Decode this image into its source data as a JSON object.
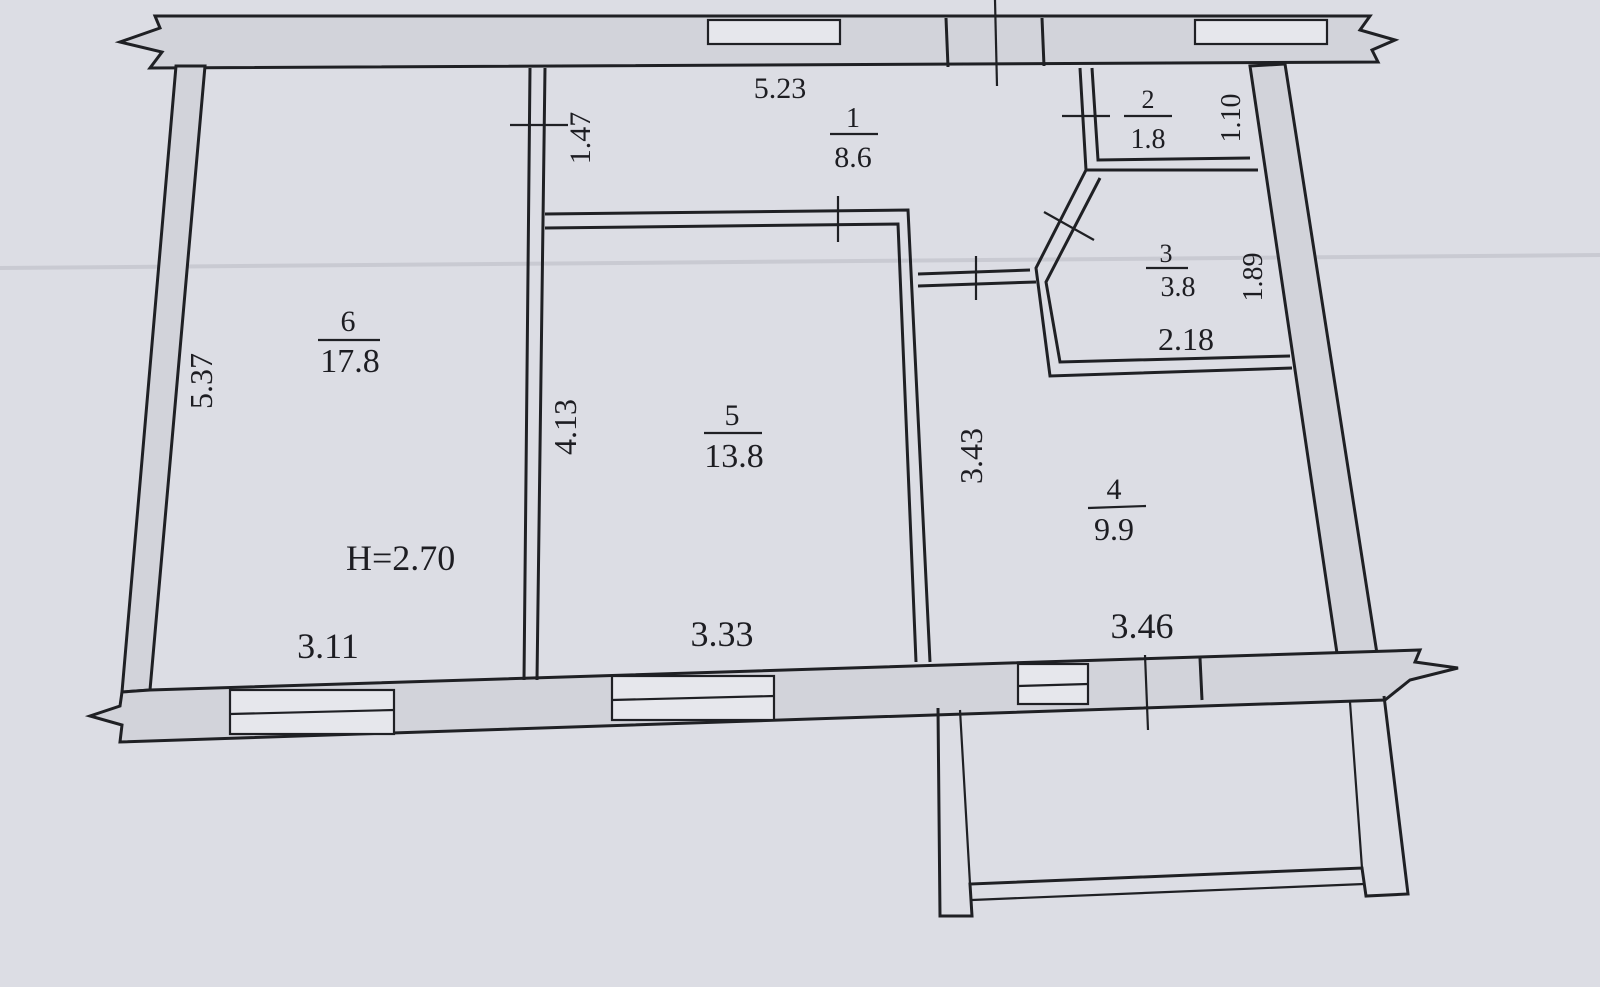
{
  "rooms": [
    {
      "number": "1",
      "area": "8.6"
    },
    {
      "number": "2",
      "area": "1.8"
    },
    {
      "number": "3",
      "area": "3.8"
    },
    {
      "number": "4",
      "area": "9.9"
    },
    {
      "number": "5",
      "area": "13.8"
    },
    {
      "number": "6",
      "area": "17.8"
    }
  ],
  "dimensions": {
    "hall_width": "5.23",
    "hall_depth": "1.47",
    "wc_depth": "1.10",
    "bath_depth": "1.89",
    "bath_width": "2.18",
    "room6_depth": "5.37",
    "room6_width": "3.11",
    "room5_depth": "4.13",
    "room5_width": "3.33",
    "kitchen_depth": "3.43",
    "kitchen_width": "3.46"
  },
  "ceiling_height": "H=2.70",
  "colors": {
    "paper": "#dcdde4",
    "ink": "#1f2024",
    "wall_fill": "#d2d3da"
  }
}
